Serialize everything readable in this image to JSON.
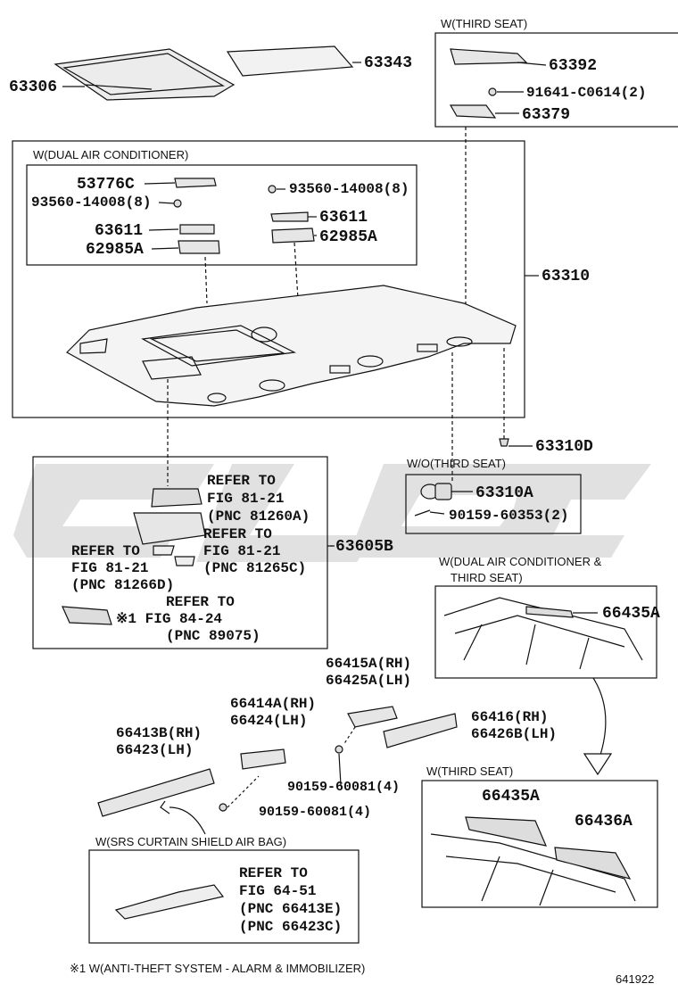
{
  "captions": {
    "third_seat_top": "W(THIRD SEAT)",
    "dual_air": "W(DUAL AIR CONDITIONER)",
    "wo_third_seat": "W/O(THIRD SEAT)",
    "dual_air_third_1": "W(DUAL AIR CONDITIONER &",
    "dual_air_third_2": "THIRD SEAT)",
    "third_seat_bottom": "W(THIRD SEAT)",
    "srs": "W(SRS CURTAIN SHIELD AIR BAG)",
    "footnote": "※1 W(ANTI-THEFT SYSTEM - ALARM & IMMOBILIZER)",
    "figure_id": "641922"
  },
  "parts": {
    "p63343": "63343",
    "p63306": "63306",
    "p63392": "63392",
    "p91641": "91641-C0614(2)",
    "p63379": "63379",
    "p53776c": "53776C",
    "p93560_left": "93560-14008(8)",
    "p93560_right": "93560-14008(8)",
    "p63611_left": "63611",
    "p63611_right": "63611",
    "p62985a_left": "62985A",
    "p62985a_right": "62985A",
    "p63310": "63310",
    "p63310d": "63310D",
    "p63310a": "63310A",
    "p90159_60353": "90159-60353(2)",
    "p63605b": "63605B",
    "p66435a_top": "66435A",
    "p66415a": "66415A(RH)",
    "p66425a": "66425A(LH)",
    "p66414a": "66414A(RH)",
    "p66424": "66424(LH)",
    "p66416": "66416(RH)",
    "p66426b": "66426B(LH)",
    "p66413b": "66413B(RH)",
    "p66423": "66423(LH)",
    "p90159_60081_a": "90159-60081(4)",
    "p90159_60081_b": "90159-60081(4)",
    "p66435a_bottom": "66435A",
    "p66436a": "66436A"
  },
  "refs": {
    "r1": [
      "REFER TO",
      "FIG 81-21",
      "(PNC 81260A)"
    ],
    "r2": [
      "REFER TO",
      "FIG 81-21",
      "(PNC 81265C)"
    ],
    "r3": [
      "REFER TO",
      "FIG 81-21",
      "(PNC 81266D)"
    ],
    "r4": [
      "REFER TO",
      "※1 FIG 84-24",
      "(PNC 89075)"
    ],
    "r5": [
      "REFER TO",
      "FIG 64-51",
      "(PNC 66413E)",
      "(PNC 66423C)"
    ]
  },
  "colors": {
    "ink": "#111111",
    "watermark": "#d9d9d9",
    "part_fill": "#e6e6e6"
  }
}
